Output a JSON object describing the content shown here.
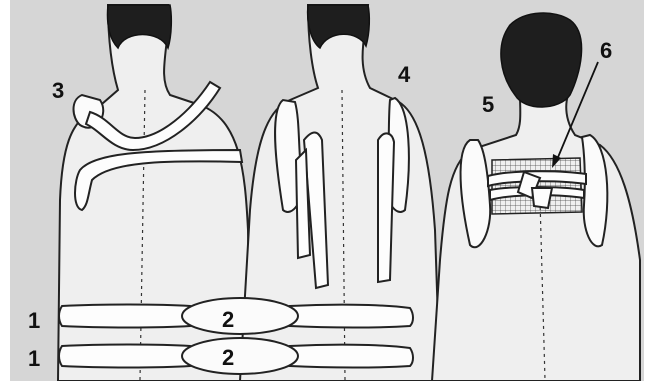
{
  "labels": {
    "one_upper": "1",
    "one_lower": "1",
    "two_upper": "2",
    "two_lower": "2",
    "three": "3",
    "four": "4",
    "five": "5",
    "six": "6"
  }
}
